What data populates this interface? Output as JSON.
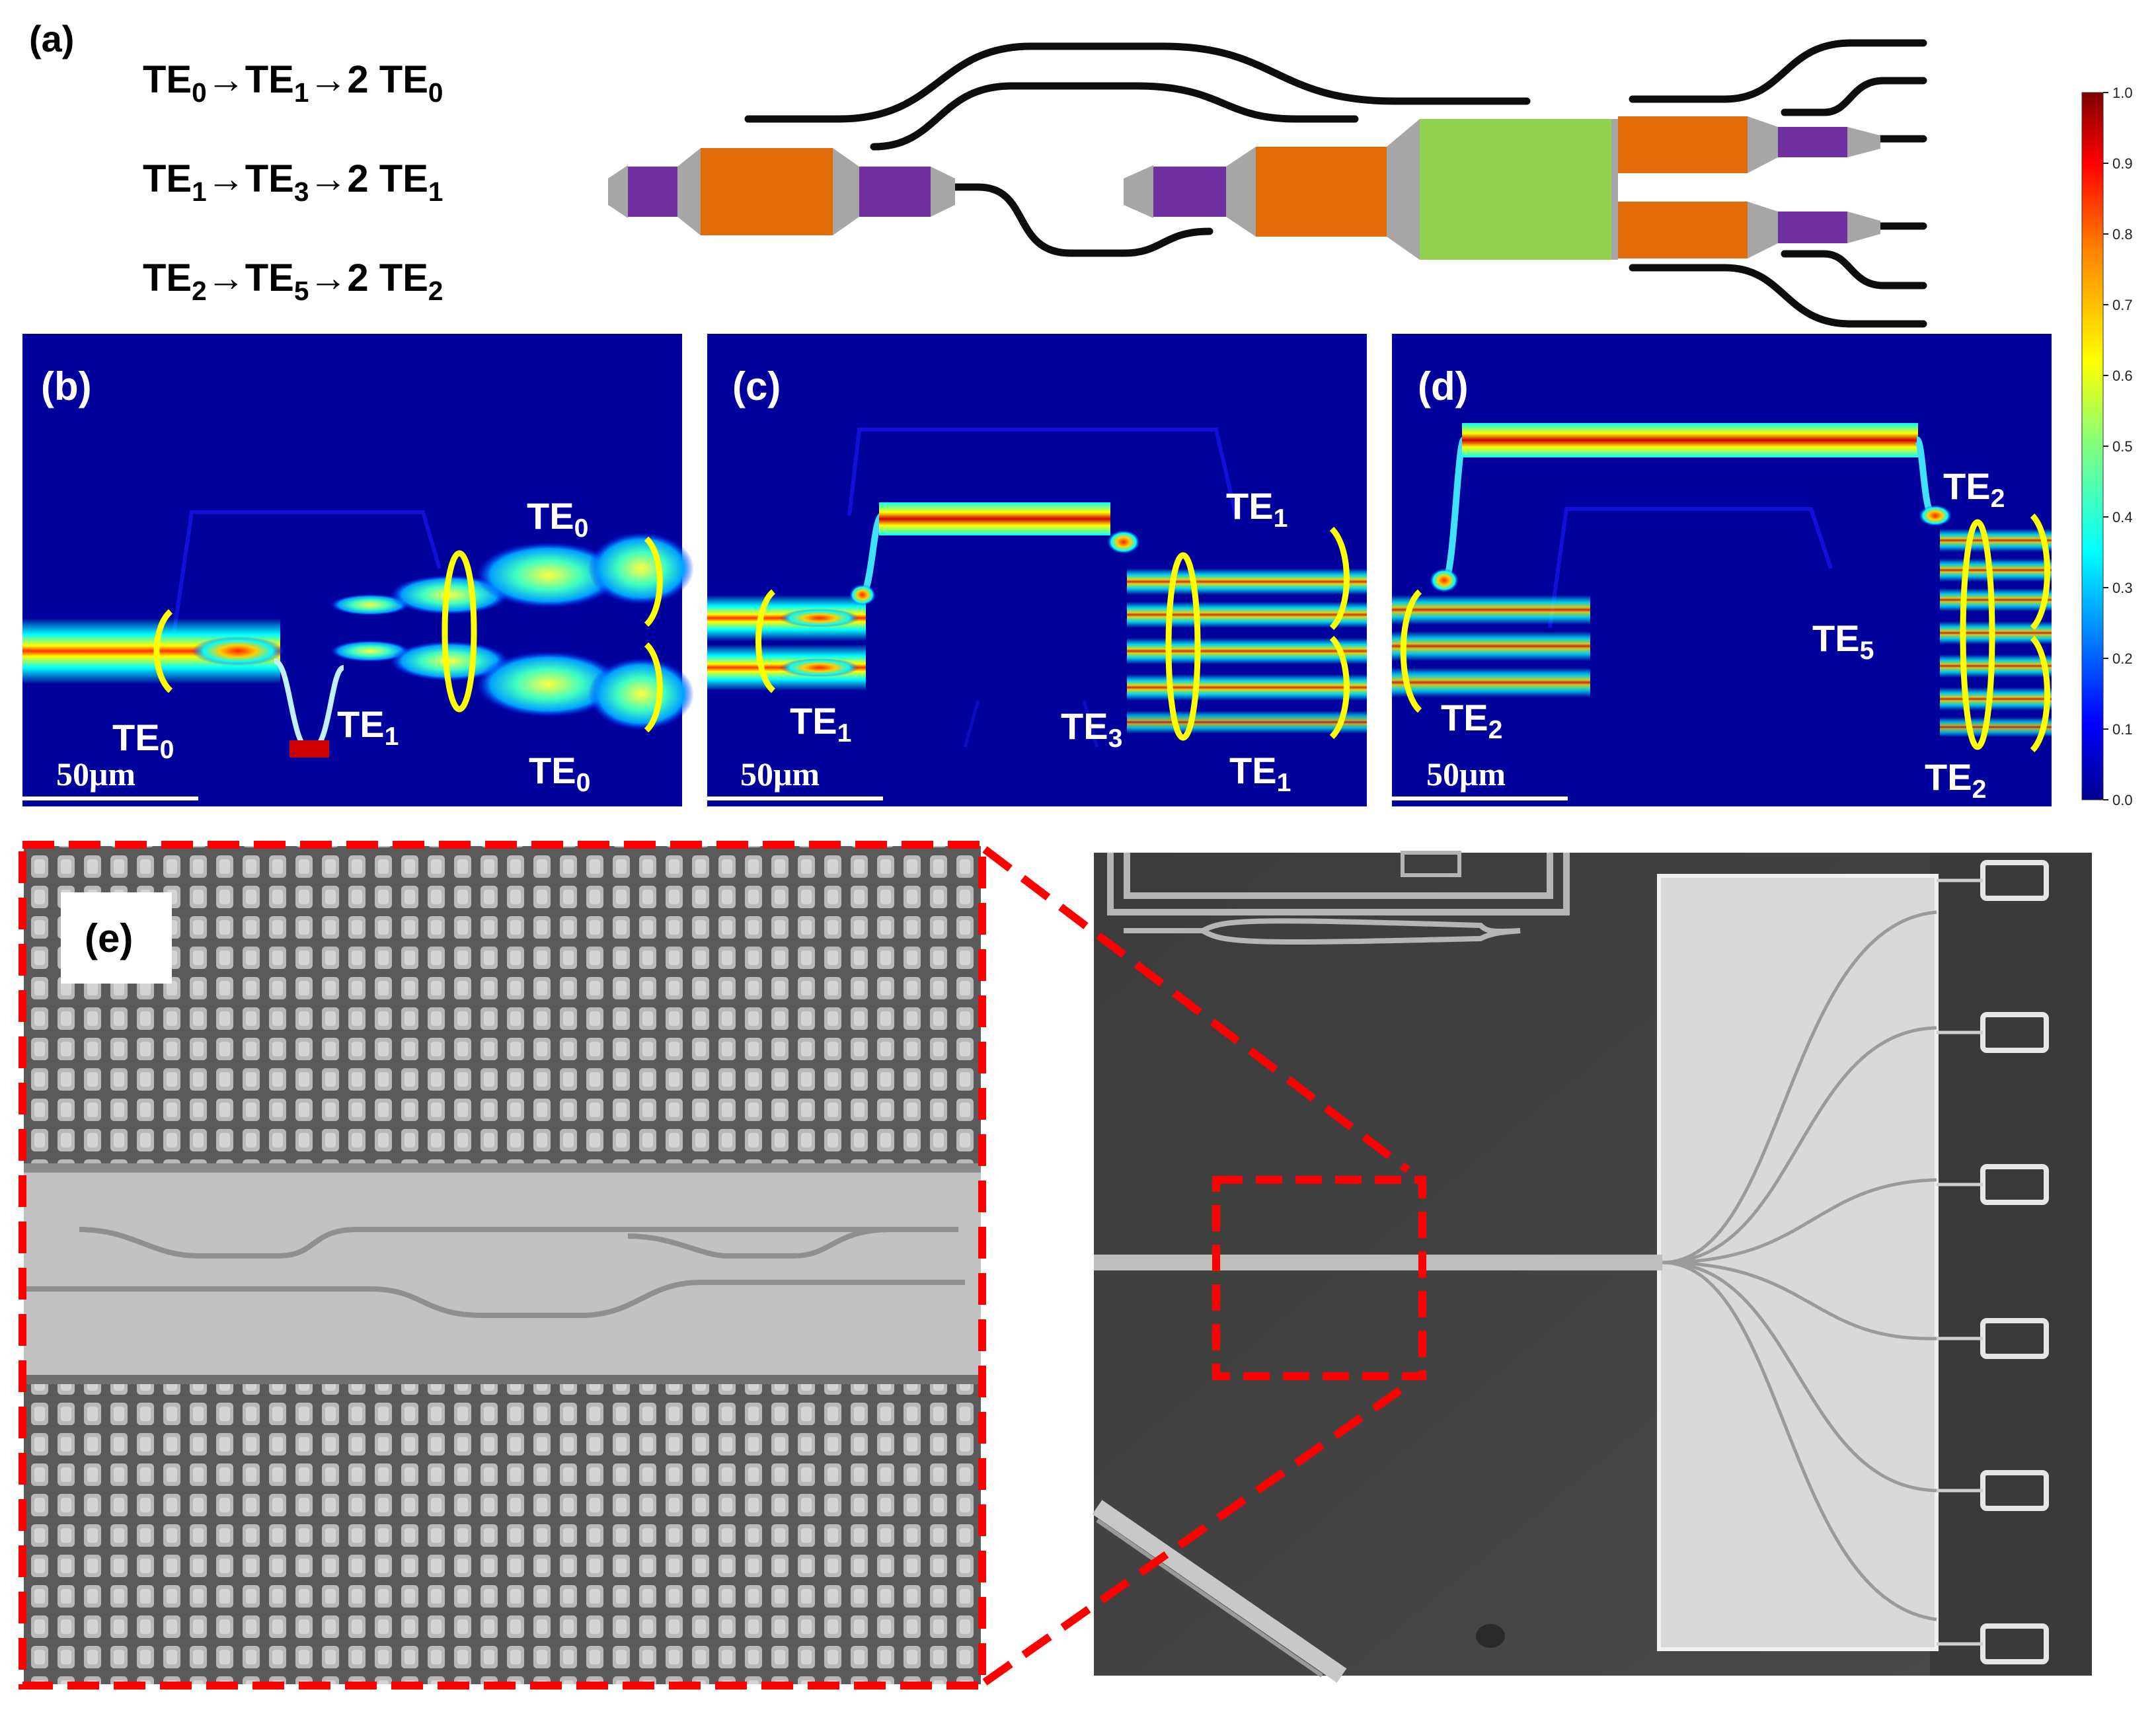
{
  "panel_a": {
    "label": "(a)",
    "conversions": [
      {
        "steps": [
          {
            "b": "TE",
            "s": "0"
          },
          {
            "b": "TE",
            "s": "1"
          },
          {
            "b": "2 TE",
            "s": "0"
          }
        ]
      },
      {
        "steps": [
          {
            "b": "TE",
            "s": "1"
          },
          {
            "b": "TE",
            "s": "3"
          },
          {
            "b": "2 TE",
            "s": "1"
          }
        ]
      },
      {
        "steps": [
          {
            "b": "TE",
            "s": "2"
          },
          {
            "b": "TE",
            "s": "5"
          },
          {
            "b": "2 TE",
            "s": "2"
          }
        ]
      }
    ],
    "arrow_glyph": "→"
  },
  "panel_b": {
    "label": "(b)",
    "scale_bar": "50μm",
    "mode_labels": [
      {
        "b": "TE",
        "s": "0",
        "pos": "in"
      },
      {
        "b": "TE",
        "s": "1",
        "pos": "mid"
      },
      {
        "b": "TE",
        "s": "0",
        "pos": "out-top"
      },
      {
        "b": "TE",
        "s": "0",
        "pos": "out-bottom"
      }
    ]
  },
  "panel_c": {
    "label": "(c)",
    "scale_bar": "50μm",
    "mode_labels": [
      {
        "b": "TE",
        "s": "1",
        "pos": "in"
      },
      {
        "b": "TE",
        "s": "3",
        "pos": "mid"
      },
      {
        "b": "TE",
        "s": "1",
        "pos": "out-top"
      },
      {
        "b": "TE",
        "s": "1",
        "pos": "out-bottom"
      }
    ]
  },
  "panel_d": {
    "label": "(d)",
    "scale_bar": "50μm",
    "mode_labels": [
      {
        "b": "TE",
        "s": "2",
        "pos": "in"
      },
      {
        "b": "TE",
        "s": "5",
        "pos": "mid"
      },
      {
        "b": "TE",
        "s": "2",
        "pos": "out-top"
      },
      {
        "b": "TE",
        "s": "2",
        "pos": "out-bottom"
      }
    ]
  },
  "colorbar": {
    "ticks": [
      "1.0",
      "0.9",
      "0.8",
      "0.7",
      "0.6",
      "0.5",
      "0.4",
      "0.3",
      "0.2",
      "0.1",
      "0.0"
    ],
    "colors": [
      "#00008f",
      "#0000ff",
      "#0080ff",
      "#00ffff",
      "#80ff80",
      "#ffff00",
      "#ff8000",
      "#ff0000",
      "#800000"
    ]
  },
  "panel_e": {
    "label": "(e)"
  },
  "colors": {
    "purple": "#7030a0",
    "orange": "#e36c0a",
    "gray": "#a6a6a6",
    "green": "#92d050",
    "waveguide": "#0d0d0d",
    "map_bg": "#00009c",
    "ellipse": "#ffff00",
    "dash_red": "#ff0000"
  }
}
